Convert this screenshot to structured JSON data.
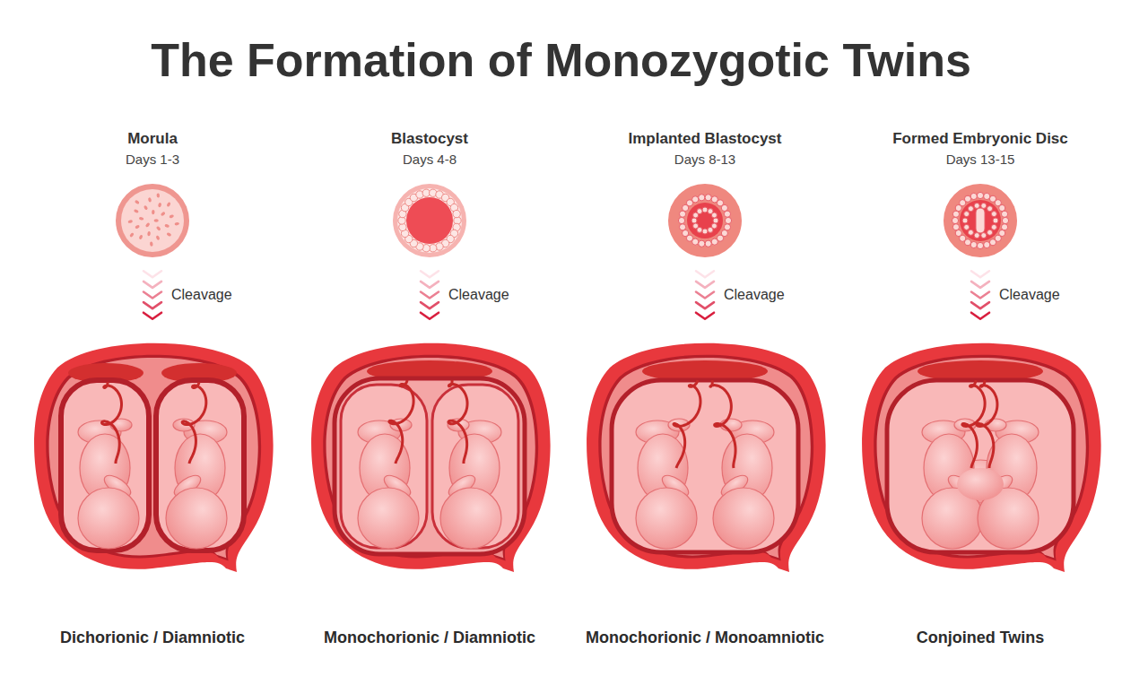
{
  "diagram": {
    "title": "The Formation of Monozygotic Twins",
    "nodes": [
      {
        "text": [
          "Morula",
          "Days 1-3"
        ]
      },
      {
        "text": [
          "Blastocyst",
          "Days 4-8"
        ]
      },
      {
        "text": [
          "Implanted Blastocyst",
          "Days 8-13"
        ]
      },
      {
        "text": [
          "Formed Embryonic Disc",
          "Days 13-15"
        ]
      },
      {
        "text": [
          "Dichorionic / Diamniotic"
        ]
      },
      {
        "text": [
          "Monochorionic / Diamniotic"
        ]
      },
      {
        "text": [
          "Monochorionic / Monoamniotic"
        ]
      },
      {
        "text": [
          "Conjoined Twins"
        ]
      }
    ],
    "edges": [
      {
        "from": 0,
        "to": 4,
        "arrow": "to",
        "label": "Cleavage"
      },
      {
        "from": 1,
        "to": 5,
        "arrow": "to",
        "label": "Cleavage"
      },
      {
        "from": 2,
        "to": 6,
        "arrow": "to",
        "label": "Cleavage"
      },
      {
        "from": 3,
        "to": 7,
        "arrow": "to",
        "label": "Cleavage"
      }
    ]
  }
}
